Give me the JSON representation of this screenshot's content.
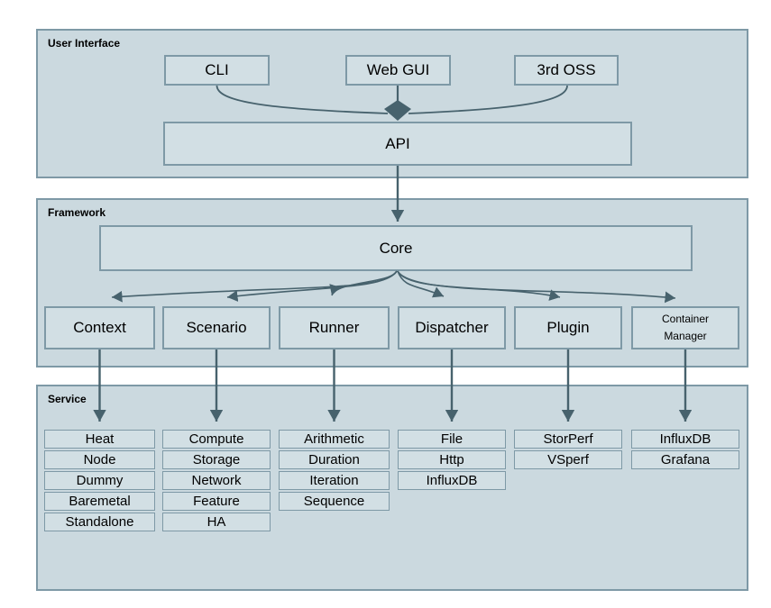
{
  "panels": {
    "ui": {
      "label": "User Interface",
      "cli": "CLI",
      "webgui": "Web GUI",
      "oss": "3rd OSS",
      "api": "API"
    },
    "framework": {
      "label": "Framework",
      "core": "Core",
      "modules": [
        {
          "label": "Context"
        },
        {
          "label": "Scenario"
        },
        {
          "label": "Runner"
        },
        {
          "label": "Dispatcher"
        },
        {
          "label": "Plugin"
        },
        {
          "label": "Container\nManager"
        }
      ]
    },
    "service": {
      "label": "Service",
      "columns": [
        {
          "items": [
            "Heat",
            "Node",
            "Dummy",
            "Baremetal",
            "Standalone"
          ]
        },
        {
          "items": [
            "Compute",
            "Storage",
            "Network",
            "Feature",
            "HA"
          ]
        },
        {
          "items": [
            "Arithmetic",
            "Duration",
            "Iteration",
            "Sequence"
          ]
        },
        {
          "items": [
            "File",
            "Http",
            "InfluxDB"
          ]
        },
        {
          "items": [
            "StorPerf",
            "VSperf"
          ]
        },
        {
          "items": [
            "InfluxDB",
            "Grafana"
          ]
        }
      ]
    }
  },
  "colors": {
    "panel_fill": "#cbd9df",
    "box_fill": "#d2dfe4",
    "border": "#7e99a6",
    "arrow": "#47626d",
    "text": "#000000"
  }
}
